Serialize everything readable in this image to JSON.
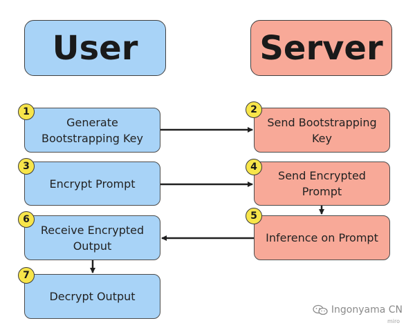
{
  "headers": {
    "user": "User",
    "server": "Server"
  },
  "steps": [
    {
      "num": "1",
      "text": "Generate Bootstrapping Key"
    },
    {
      "num": "2",
      "text": "Send Bootstrapping Key"
    },
    {
      "num": "3",
      "text": "Encrypt Prompt"
    },
    {
      "num": "4",
      "text": "Send Encrypted Prompt"
    },
    {
      "num": "5",
      "text": "Inference on Prompt"
    },
    {
      "num": "6",
      "text": "Receive Encrypted Output"
    },
    {
      "num": "7",
      "text": "Decrypt Output"
    }
  ],
  "watermark": {
    "text": "Ingonyama CN",
    "sub": "miro"
  },
  "colors": {
    "user": "#a8d3f7",
    "server": "#f8a998",
    "badge": "#f7e54a"
  }
}
